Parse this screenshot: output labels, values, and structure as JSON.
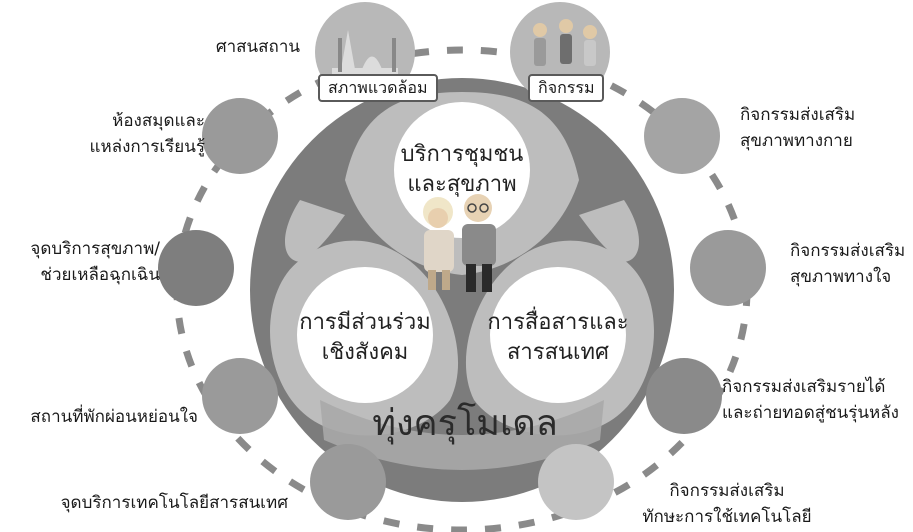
{
  "center": {
    "title": "ทุ่งครุโมเดล",
    "top_petal": [
      "บริการชุมชน",
      "และสุขภาพ"
    ],
    "left_petal": [
      "การมีส่วนร่วม",
      "เชิงสังคม"
    ],
    "right_petal": [
      "การสื่อสารและ",
      "สารสนเทศ"
    ]
  },
  "tags": {
    "environment": "สภาพแวดล้อม",
    "activities": "กิจกรรม"
  },
  "left_labels": [
    "ศาสนสถาน",
    "ห้องสมุดและ\nแหล่งการเรียนรู้",
    "จุดบริการสุขภาพ/\nช่วยเหลือฉุกเฉิน",
    "สถานที่พักผ่อนหย่อนใจ",
    "จุดบริการเทคโนโลยีสารสนเทศ"
  ],
  "right_labels": [
    "กิจกรรมส่งเสริม\nสุขภาพทางกาย",
    "กิจกรรมส่งเสริม\nสุขภาพทางใจ",
    "กิจกรรมส่งเสริมรายได้\nและถ่ายทอดสู่ชนรุ่นหลัง",
    "กิจกรรมส่งเสริม\nทักษะการใช้เทคโนโลยี"
  ],
  "colors": {
    "outer_circle": "#7c7c7c",
    "petals": "#bdbdbd",
    "petal_center": "#ffffff",
    "satellite": "#9a9a9a",
    "dash": "#8a8a8a"
  }
}
